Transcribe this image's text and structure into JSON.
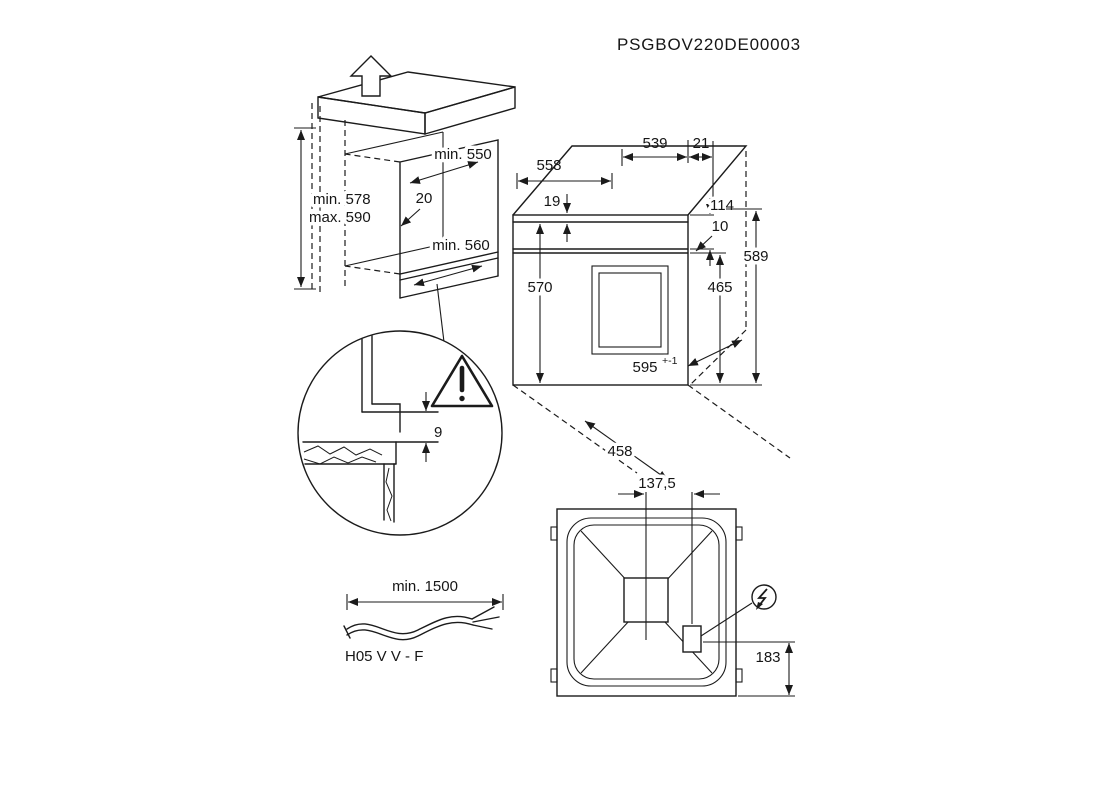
{
  "doc_code": "PSGBOV220DE00003",
  "cabinet": {
    "niche_top_depth": "min. 550",
    "rear_gap": "20",
    "niche_bottom_depth": "min. 560",
    "niche_height_min": "min. 578",
    "niche_height_max": "max. 590"
  },
  "detail": {
    "gap": "9"
  },
  "oven": {
    "body_width": "558",
    "top_depth": "539",
    "rear_offset": "21",
    "top_gap": "19",
    "control_panel_height": "114",
    "panel_door_gap": "10",
    "body_height": "570",
    "door_height": "465",
    "total_height": "589",
    "front_width": "595",
    "front_width_tolerance": "+-1",
    "pullout_clearance": "458"
  },
  "cable": {
    "min_length": "min. 1500",
    "designation": "H05 V V - F"
  },
  "rear": {
    "terminal_offset_horizontal": "137,5",
    "terminal_offset_bottom": "183"
  },
  "icons": {
    "removal_direction": "up-arrow",
    "warning": "exclamation-triangle",
    "mains_connection": "lightning-bolt"
  }
}
